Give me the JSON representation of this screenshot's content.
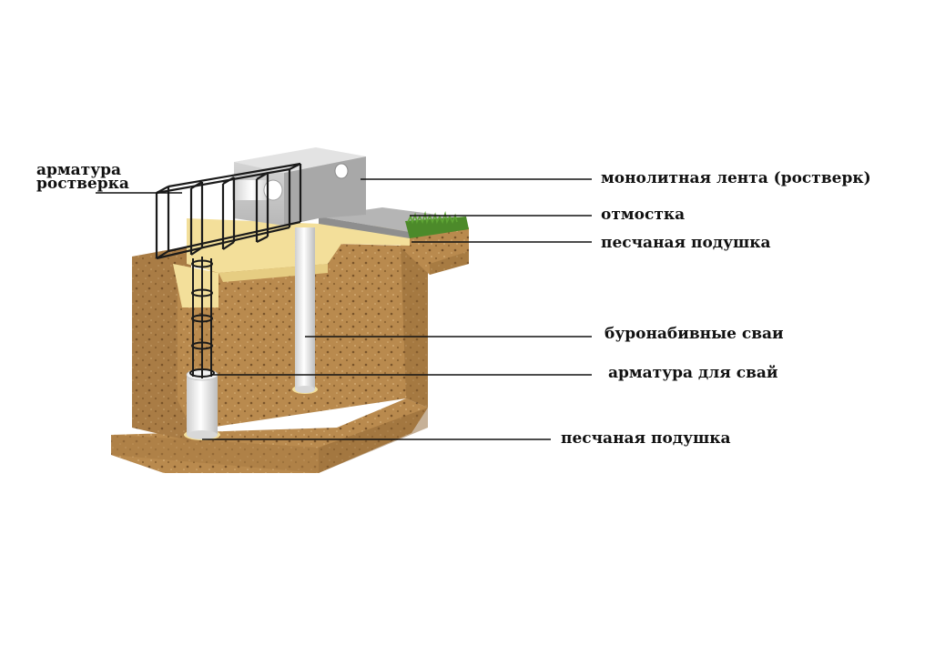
{
  "labels": {
    "rostverk_rebar_line1": "арматура",
    "rostverk_rebar_line2": "ростверка",
    "monolithic_strip": "монолитная лента (ростверк)",
    "blind_area": "отмостка",
    "sand_cushion_top": "песчаная подушка",
    "bored_piles": "буронабивные сваи",
    "pile_rebar": "арматура для свай",
    "sand_cushion_bottom": "песчаная подушка"
  },
  "colors": {
    "soil": "#b98a4e",
    "soil_dark": "#8d6432",
    "sand": "#f3df9a",
    "concrete": "#c9c9c9",
    "concrete_dark": "#9d9d9d",
    "pile": "#e9e9e9",
    "grass": "#4c8a2a",
    "rebar": "#1a1a1a",
    "leader": "#111111"
  }
}
